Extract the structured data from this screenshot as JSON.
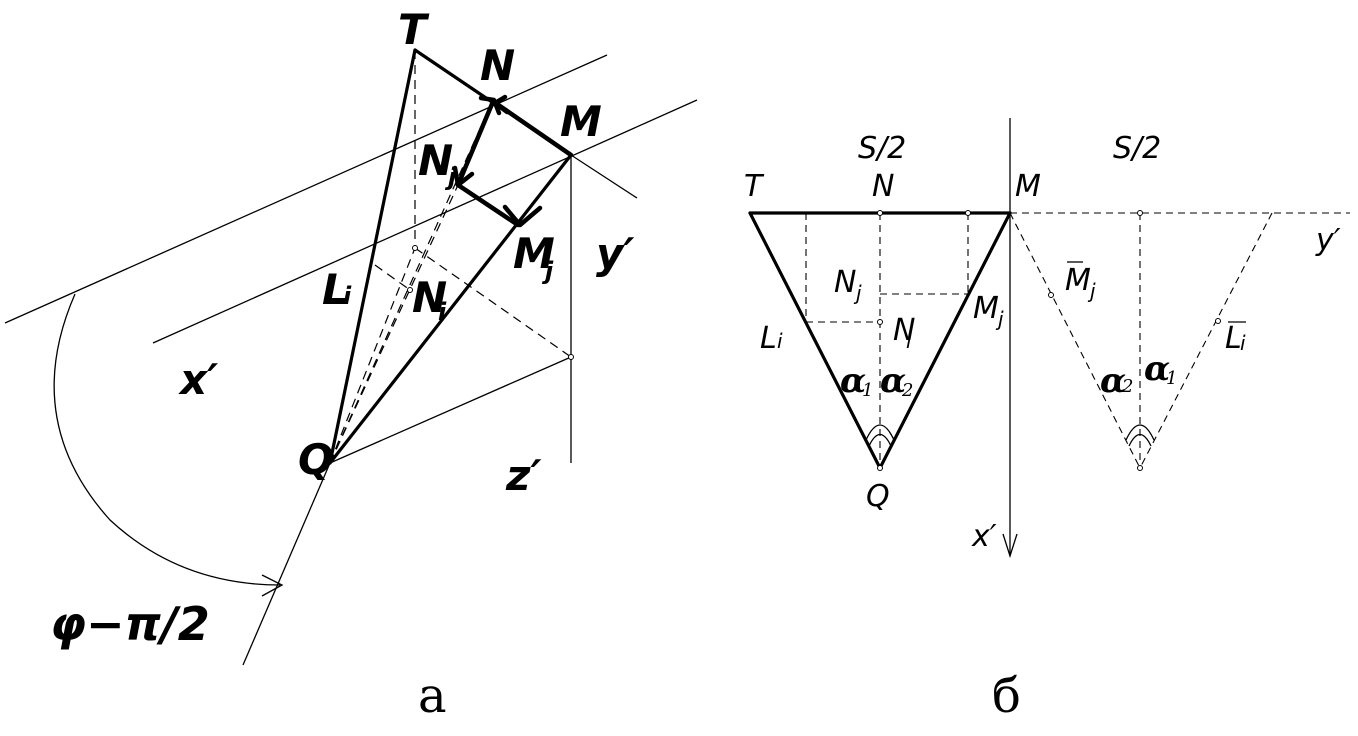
{
  "panel_a": {
    "caption": "а",
    "labels": {
      "T": "T",
      "N": "N",
      "M": "M",
      "Nj": "N",
      "Nj_sub": "j",
      "Mj": "M",
      "Mj_sub": "j",
      "y_axis": "y′",
      "Li": "L",
      "Li_sub": "i",
      "Ni": "N",
      "Ni_sub": "i",
      "x_axis": "x′",
      "Q": "Q",
      "z_axis": "z′",
      "angle": "φ−π/2"
    }
  },
  "panel_b": {
    "caption": "б",
    "labels": {
      "s_left": "S/2",
      "s_right": "S/2",
      "T": "T",
      "N": "N",
      "M": "M",
      "y_axis": "y′",
      "Mj_tilde": "M",
      "Mj_tilde_sub": "j",
      "Nj": "N",
      "Nj_sub": "j",
      "Mj": "M",
      "Mj_sub": "j",
      "Li": "L",
      "Li_sub": "i",
      "Ni": "N",
      "Ni_sub": "i",
      "Li_tilde": "L",
      "Li_tilde_sub": "i",
      "alpha1_left": "α",
      "alpha1_left_sub": "1",
      "alpha2_left": "α",
      "alpha2_left_sub": "2",
      "alpha2_right": "α",
      "alpha2_right_sub": "2",
      "alpha1_right": "α",
      "alpha1_right_sub": "1",
      "Q": "Q",
      "x_axis": "x′"
    }
  }
}
